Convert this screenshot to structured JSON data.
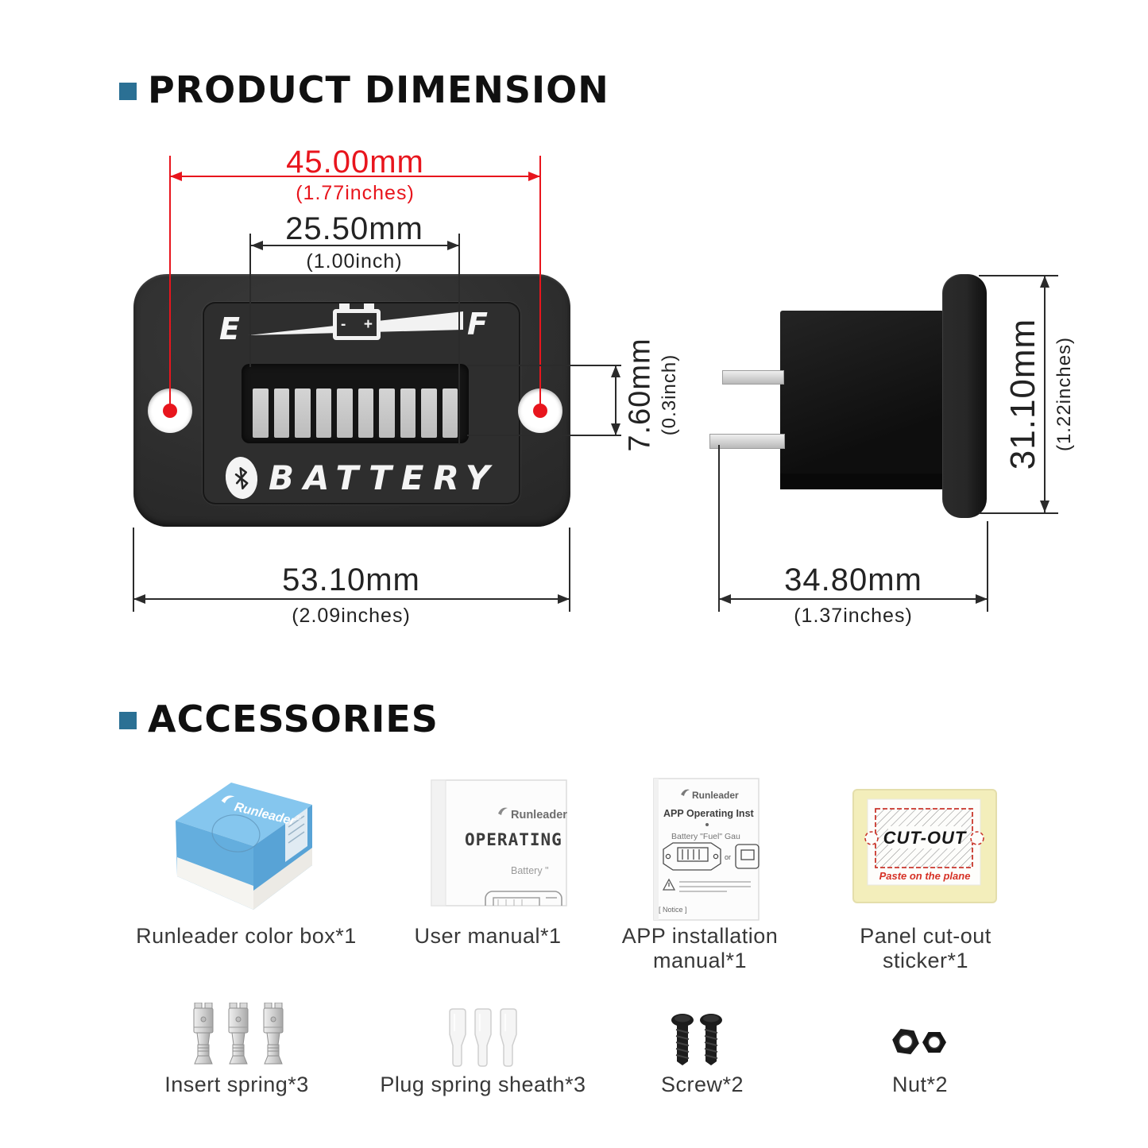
{
  "colors": {
    "accent_square": "#2b7094",
    "dimension_red": "#e8151d",
    "device_body": "#2e2e2e",
    "box_blue": "#6fb5e4",
    "sticker_yellow": "#f3eebb"
  },
  "dimension_section": {
    "title": "PRODUCT DIMENSION",
    "front": {
      "e": "E",
      "f": "F",
      "minus": "-",
      "plus": "+",
      "brand": "BATTERY",
      "led_bars": 10,
      "hole_span": {
        "mm": "45.00mm",
        "in": "(1.77inches)"
      },
      "display_width": {
        "mm": "25.50mm",
        "in": "(1.00inch)"
      },
      "display_height": {
        "mm": "7.60mm",
        "in": "(0.3inch)"
      },
      "body_width": {
        "mm": "53.10mm",
        "in": "(2.09inches)"
      }
    },
    "side": {
      "body_height": {
        "mm": "31.10mm",
        "in": "(1.22inches)"
      },
      "body_depth": {
        "mm": "34.80mm",
        "in": "(1.37inches)"
      }
    }
  },
  "accessories_section": {
    "title": "ACCESSORIES",
    "row1": [
      {
        "label": "Runleader color box*1",
        "logo": "Runleader",
        "reg": "®"
      },
      {
        "label": "User manual*1",
        "logo": "Runleader",
        "line1": "OPERATING",
        "line2": "Battery \""
      },
      {
        "label": "APP installation manual*1",
        "logo": "Runleader",
        "line1": "APP Operating Inst",
        "line2": "Battery \"Fuel\" Gau",
        "or": "or",
        "notice": "[ Notice ]"
      },
      {
        "label": "Panel cut-out sticker*1",
        "cutout": "CUT-OUT",
        "paste": "Paste on the plane"
      }
    ],
    "row2": [
      {
        "label": "Insert spring*3"
      },
      {
        "label": "Plug spring sheath*3"
      },
      {
        "label": "Screw*2"
      },
      {
        "label": "Nut*2"
      }
    ]
  }
}
